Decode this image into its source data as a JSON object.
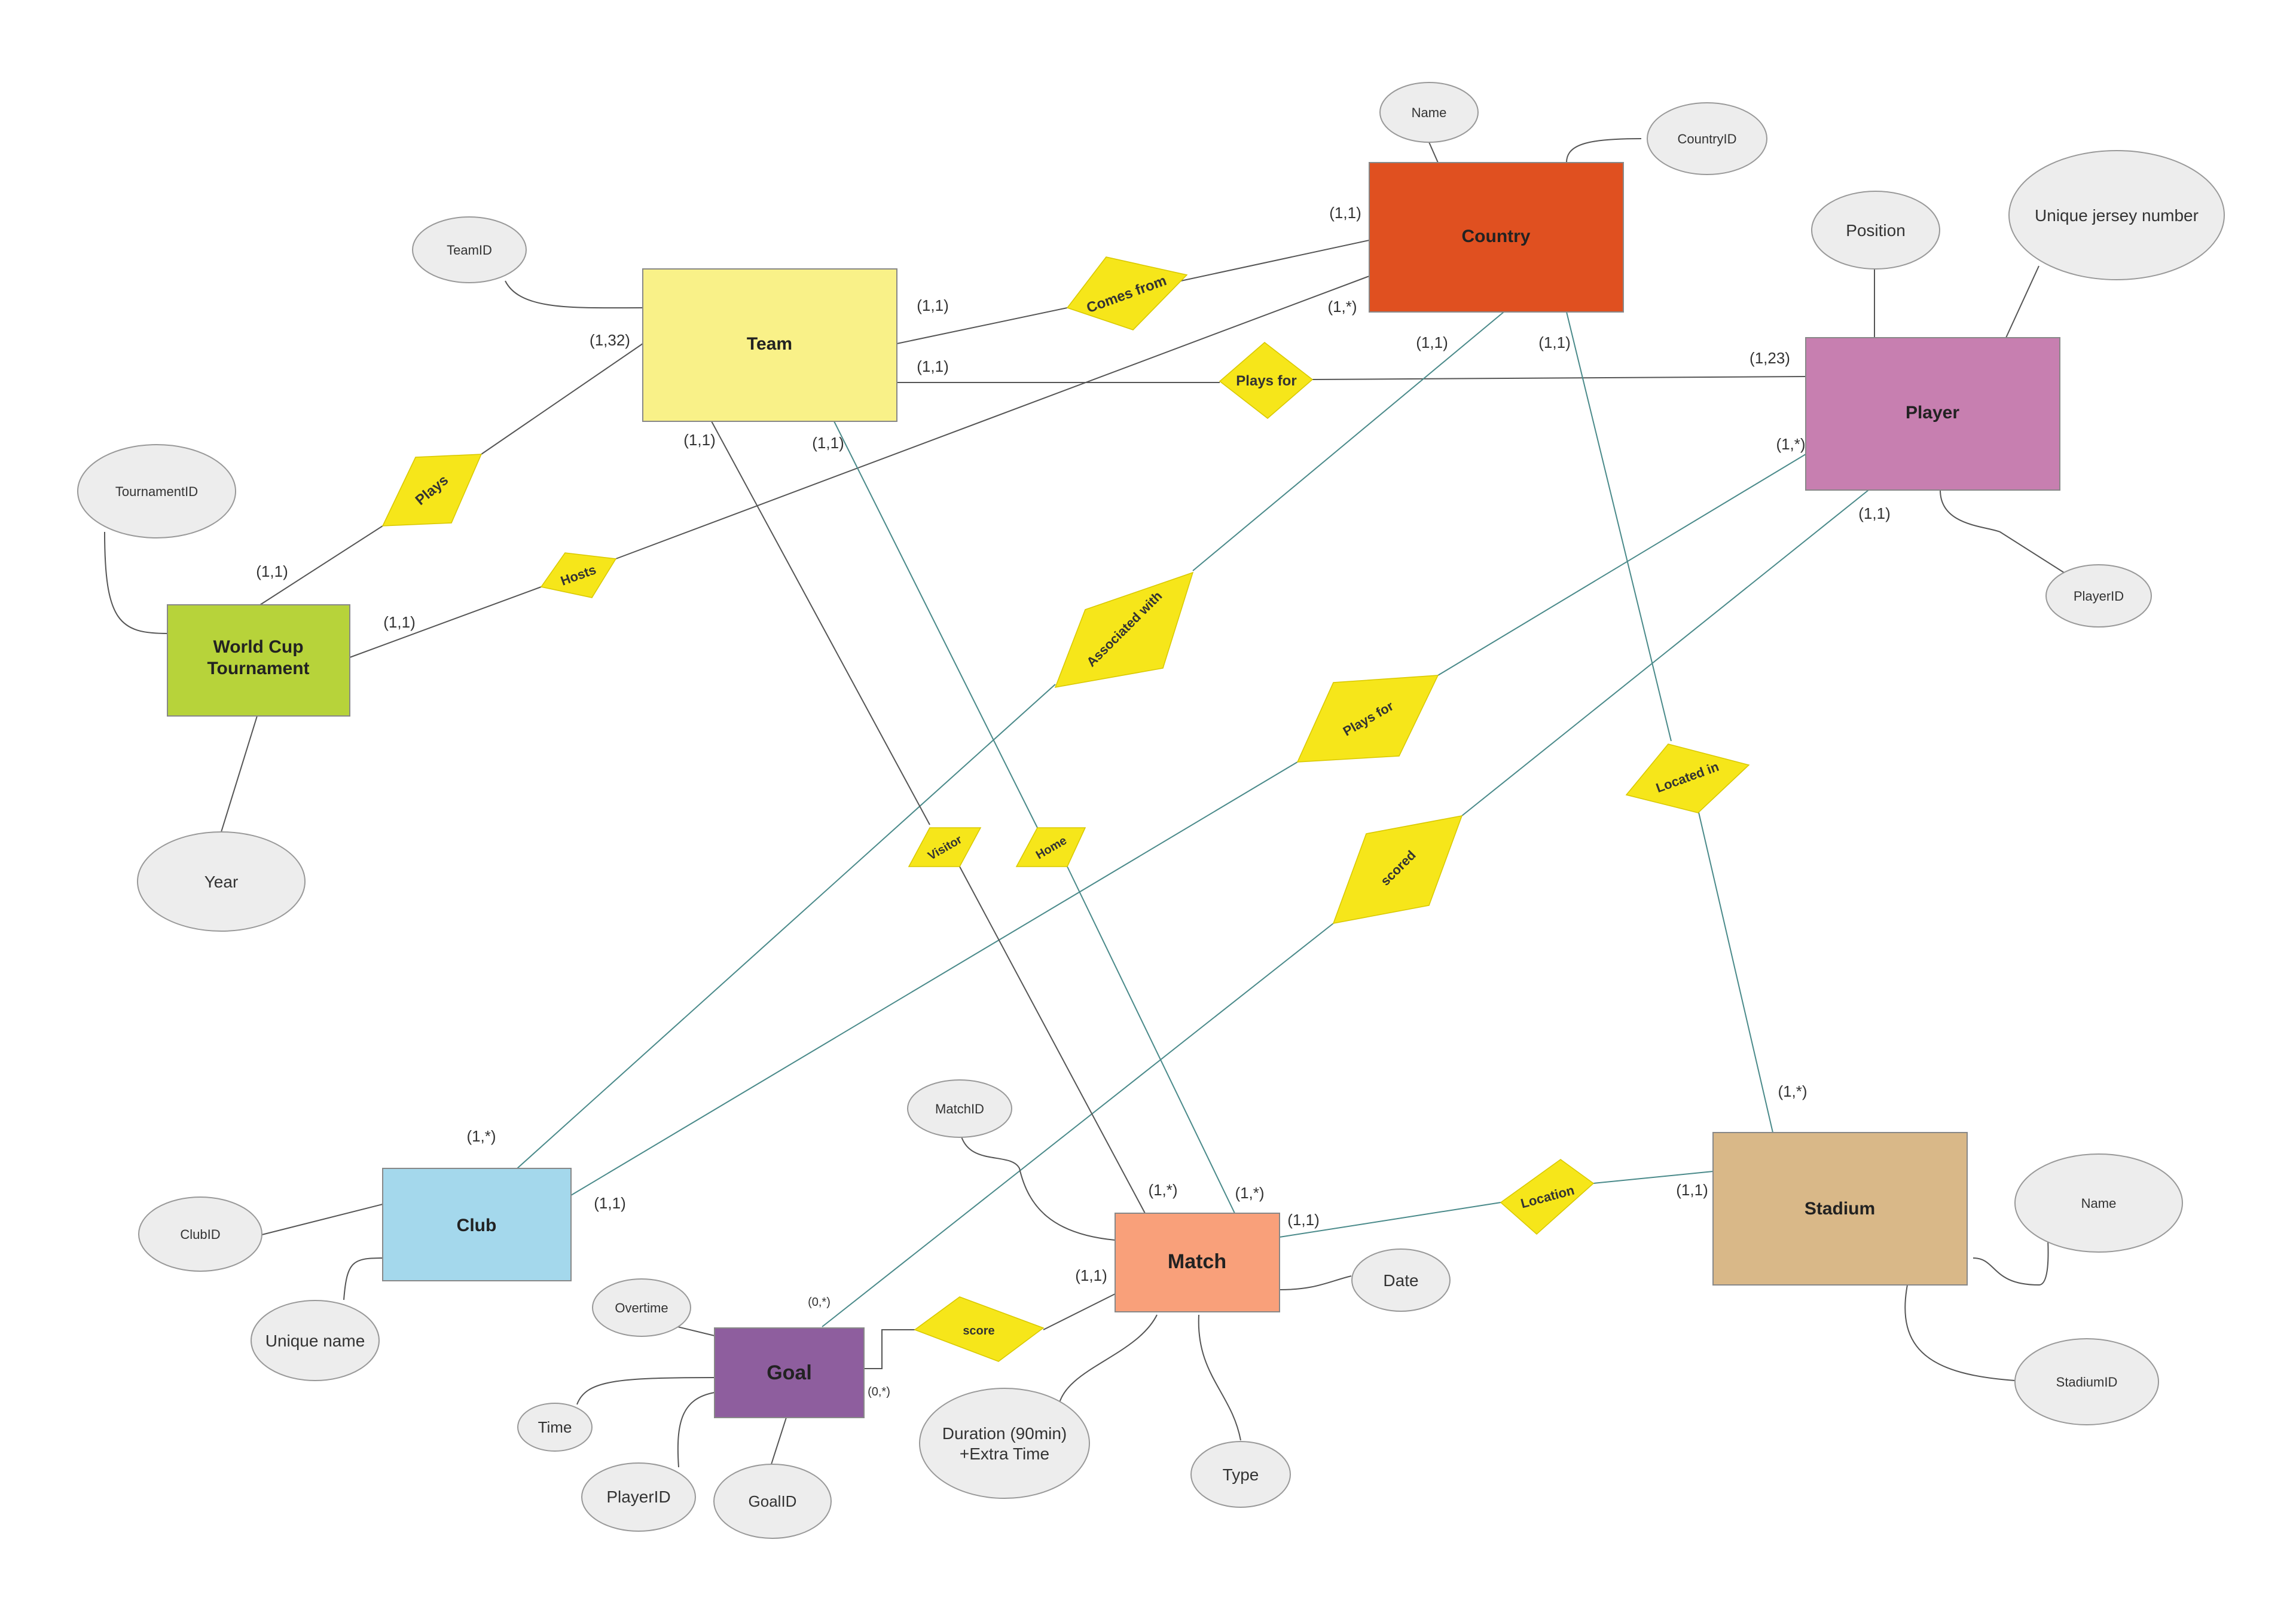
{
  "entities": {
    "team": {
      "label": "Team",
      "color": "#f9f188"
    },
    "country": {
      "label": "Country",
      "color": "#e05020"
    },
    "player": {
      "label": "Player",
      "color": "#c77fb0"
    },
    "world_cup": {
      "label": "World Cup\nTournament",
      "color": "#b7d33a"
    },
    "club": {
      "label": "Club",
      "color": "#a4d8ec"
    },
    "match": {
      "label": "Match",
      "color": "#f9a07a"
    },
    "stadium": {
      "label": "Stadium",
      "color": "#d9b888"
    },
    "goal": {
      "label": "Goal",
      "color": "#8e5e9e"
    }
  },
  "attributes": {
    "country_name": "Name",
    "country_id": "CountryID",
    "team_id": "TeamID",
    "position": "Position",
    "jersey": "Unique jersey number",
    "tournament_id": "TournamentID",
    "player_id_p": "PlayerID",
    "year": "Year",
    "match_id": "MatchID",
    "club_id": "ClubID",
    "unique_name": "Unique name",
    "overtime": "Overtime",
    "date": "Date",
    "stadium_name": "Name",
    "time": "Time",
    "duration": "Duration (90min)\n+Extra Time",
    "type": "Type",
    "stadium_id": "StadiumID",
    "player_id_g": "PlayerID",
    "goal_id": "GoalID"
  },
  "relationships": {
    "comes_from": "Comes from",
    "plays_for_team": "Plays for",
    "plays": "Plays",
    "hosts": "Hosts",
    "associated_with": "Associated with",
    "plays_for_club": "Plays for",
    "located_in": "Located in",
    "visitor": "Visitor",
    "home": "Home",
    "scored": "scored",
    "location": "Location",
    "score": "score"
  },
  "cardinalities": {
    "c_country_comes": "(1,1)",
    "c_team_comes": "(1,1)",
    "c_country_hosts": "(1,*)",
    "c_team_plays": "(1,32)",
    "c_team_playsfor": "(1,1)",
    "c_country_assoc": "(1,1)",
    "c_country_located": "(1,1)",
    "c_player_playsfor": "(1,23)",
    "c_player_club": "(1,*)",
    "c_player_scored": "(1,1)",
    "c_team_visitor": "(1,1)",
    "c_team_home": "(1,1)",
    "c_wc_plays": "(1,1)",
    "c_wc_hosts": "(1,1)",
    "c_club_assoc": "(1,*)",
    "c_club_playsfor": "(1,1)",
    "c_match_visitor": "(1,*)",
    "c_match_home": "(1,*)",
    "c_match_location": "(1,1)",
    "c_stadium_location": "(1,1)",
    "c_stadium_located": "(1,*)",
    "c_match_score": "(1,1)",
    "c_goal_scored": "(0,*)",
    "c_goal_score": "(0,*)"
  }
}
